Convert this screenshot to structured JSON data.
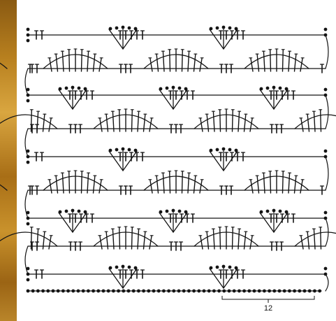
{
  "diagram": {
    "type": "crochet-stitch-chart",
    "row_pattern_top_to_bottom": [
      "fan",
      "shell",
      "fan",
      "shell",
      "fan",
      "shell",
      "fan",
      "shell",
      "fan",
      "foundation-chain"
    ],
    "repeats_per_row": 3,
    "repeat_label": "12",
    "colors": {
      "ink": "#141414",
      "paper": "#ffffff",
      "yarn": "#c08a2a"
    }
  }
}
